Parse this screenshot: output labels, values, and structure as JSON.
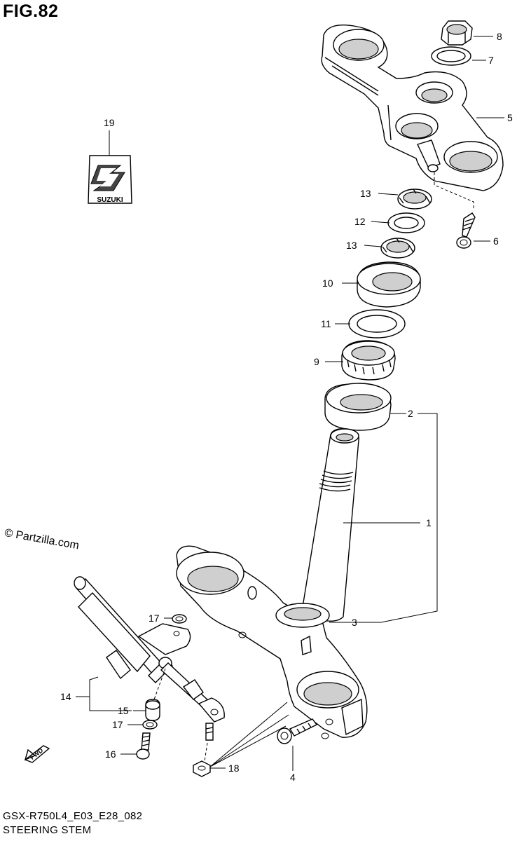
{
  "header": {
    "title": "FIG.82"
  },
  "watermark": "© Partzilla.com",
  "footer": {
    "model_code": "GSX-R750L4_E03_E28_082",
    "diagram_name": "STEERING STEM"
  },
  "emblem": {
    "brand_text": "SUZUKI"
  },
  "callouts": {
    "p1": "1",
    "p2": "2",
    "p3": "3",
    "p4": "4",
    "p5": "5",
    "p6": "6",
    "p7": "7",
    "p8": "8",
    "p9": "9",
    "p10": "10",
    "p11": "11",
    "p12": "12",
    "p13a": "13",
    "p13b": "13",
    "p14": "14",
    "p15": "15",
    "p16": "16",
    "p17a": "17",
    "p17b": "17",
    "p18": "18",
    "p19": "19"
  },
  "fwd_arrow": {
    "label": "FWD"
  }
}
